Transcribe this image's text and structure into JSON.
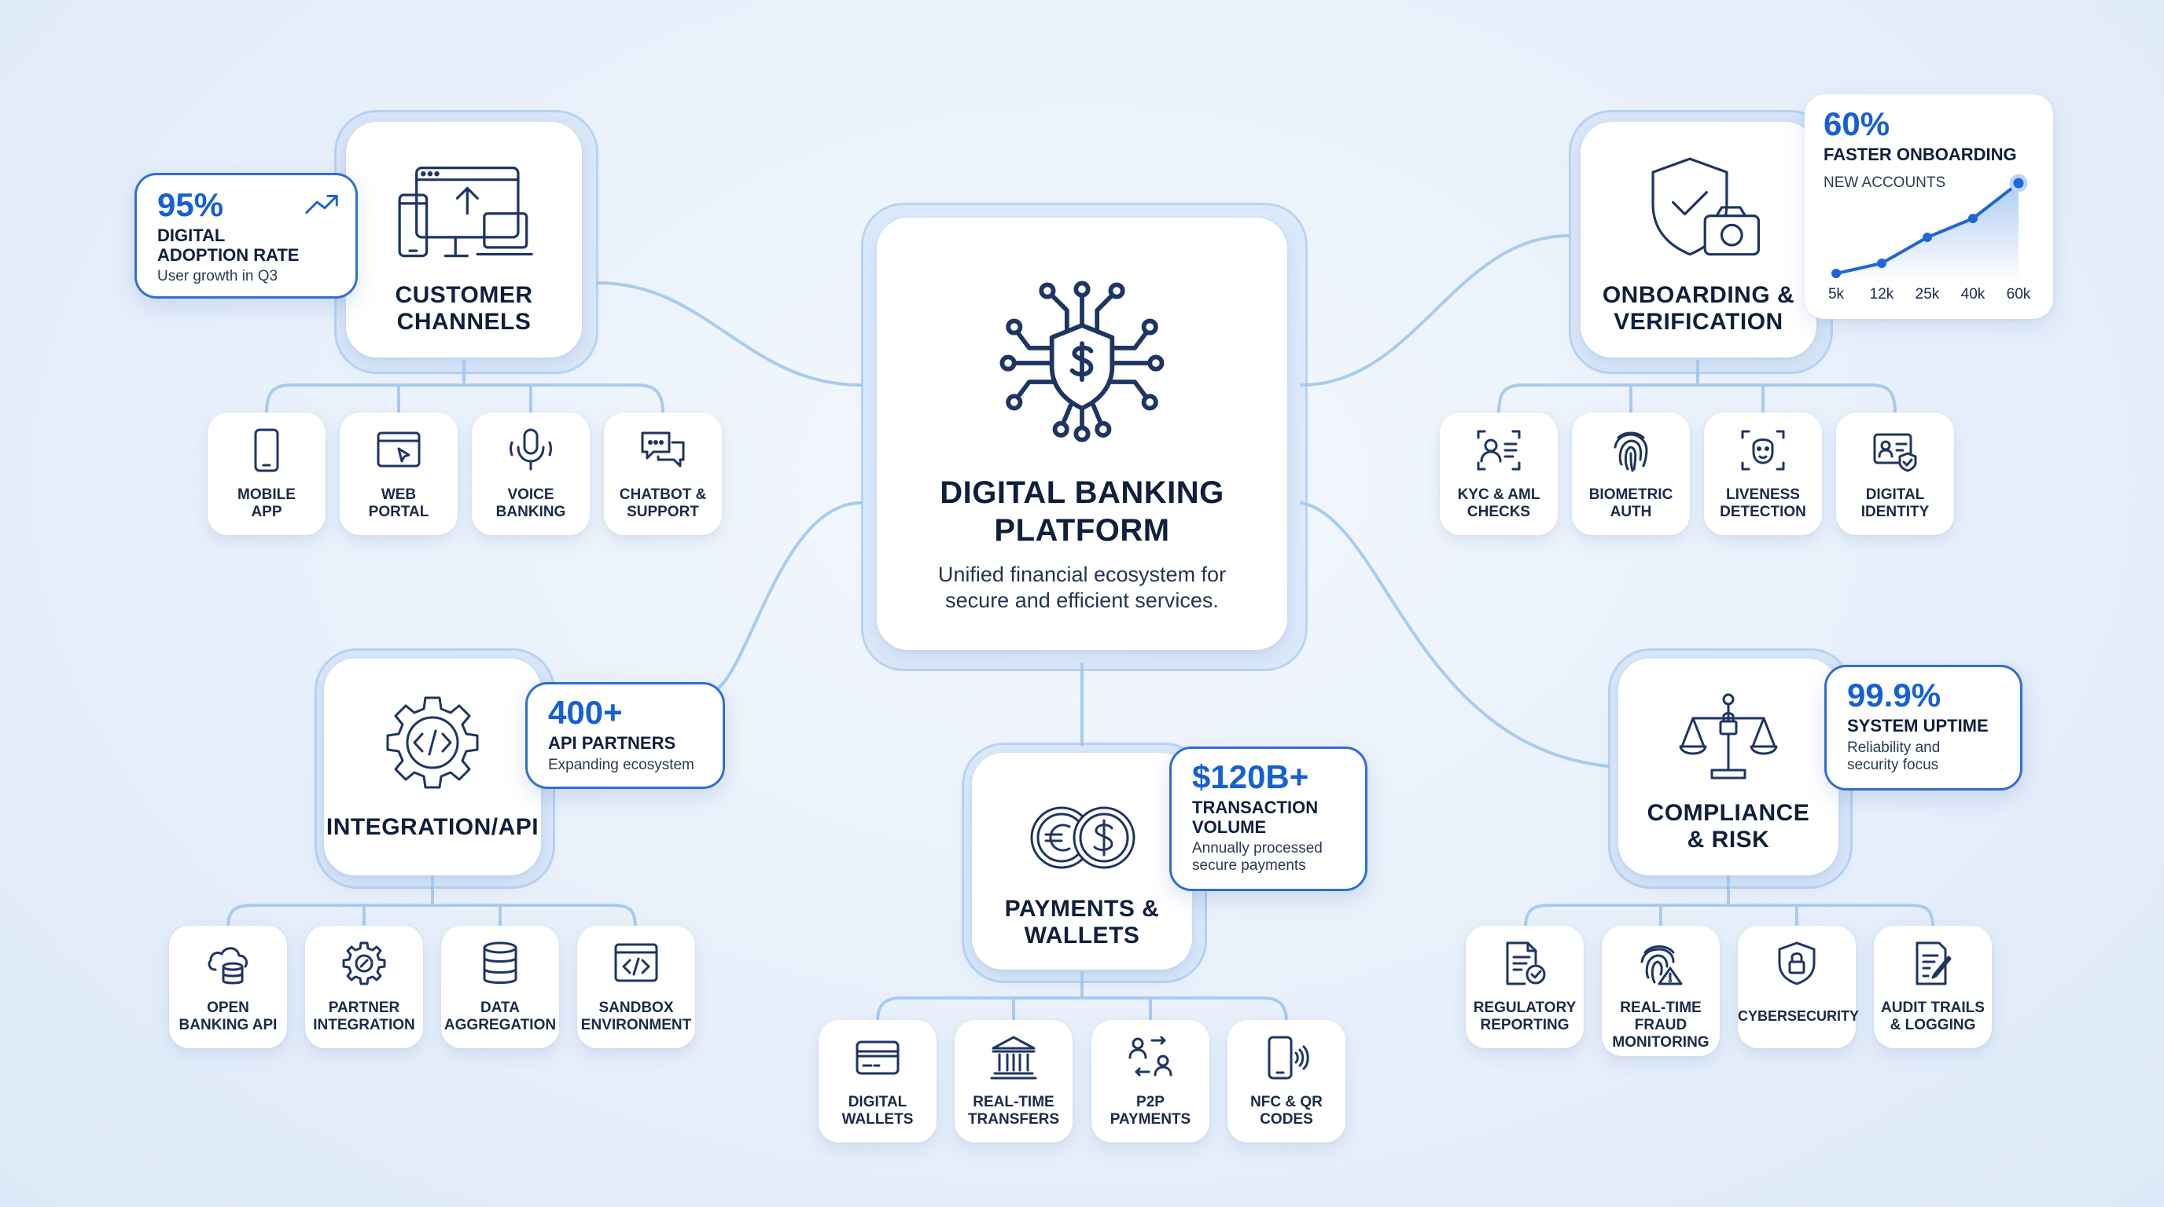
{
  "center": {
    "title": "DIGITAL BANKING\nPLATFORM",
    "subtitle": "Unified financial ecosystem for\nsecure and efficient services."
  },
  "customer_channels": {
    "title": "CUSTOMER\nCHANNELS",
    "stat": {
      "value": "95%",
      "label": "DIGITAL\nADOPTION RATE",
      "note": "User growth in Q3"
    },
    "items": [
      {
        "label": "MOBILE\nAPP",
        "icon": "mobile-icon"
      },
      {
        "label": "WEB\nPORTAL",
        "icon": "web-portal-icon"
      },
      {
        "label": "VOICE\nBANKING",
        "icon": "microphone-icon"
      },
      {
        "label": "CHATBOT &\nSUPPORT",
        "icon": "chat-icon"
      }
    ]
  },
  "onboarding": {
    "title": "ONBOARDING &\nVERIFICATION",
    "stat": {
      "value": "60%",
      "label": "FASTER ONBOARDING",
      "chart_label": "NEW ACCOUNTS",
      "x_ticks": [
        "5k",
        "12k",
        "25k",
        "40k",
        "60k"
      ]
    },
    "items": [
      {
        "label": "KYC & AML\nCHECKS",
        "icon": "id-check-icon"
      },
      {
        "label": "BIOMETRIC\nAUTH",
        "icon": "fingerprint-icon"
      },
      {
        "label": "LIVENESS\nDETECTION",
        "icon": "face-scan-icon"
      },
      {
        "label": "DIGITAL\nIDENTITY",
        "icon": "digital-id-icon"
      }
    ]
  },
  "integration": {
    "title": "INTEGRATION/API",
    "stat": {
      "value": "400+",
      "label": "API PARTNERS",
      "note": "Expanding ecosystem"
    },
    "items": [
      {
        "label": "OPEN\nBANKING API",
        "icon": "cloud-database-icon"
      },
      {
        "label": "PARTNER\nINTEGRATION",
        "icon": "gear-icon"
      },
      {
        "label": "DATA\nAGGREGATION",
        "icon": "database-icon"
      },
      {
        "label": "SANDBOX\nENVIRONMENT",
        "icon": "code-window-icon"
      }
    ]
  },
  "payments": {
    "title": "PAYMENTS &\nWALLETS",
    "stat": {
      "value": "$120B+",
      "label": "TRANSACTION\nVOLUME",
      "note": "Annually processed\nsecure payments"
    },
    "items": [
      {
        "label": "DIGITAL\nWALLETS",
        "icon": "card-icon"
      },
      {
        "label": "REAL-TIME\nTRANSFERS",
        "icon": "bank-icon"
      },
      {
        "label": "P2P\nPAYMENTS",
        "icon": "p2p-icon"
      },
      {
        "label": "NFC & QR\nCODES",
        "icon": "nfc-phone-icon"
      }
    ]
  },
  "compliance": {
    "title": "COMPLIANCE\n& RISK",
    "stat": {
      "value": "99.9%",
      "label": "SYSTEM UPTIME",
      "note": "Reliability and\nsecurity focus"
    },
    "items": [
      {
        "label": "REGULATORY\nREPORTING",
        "icon": "report-icon"
      },
      {
        "label": "REAL-TIME\nFRAUD\nMONITORING",
        "icon": "fingerprint-alert-icon"
      },
      {
        "label": "CYBERSECURITY",
        "icon": "shield-lock-icon"
      },
      {
        "label": "AUDIT TRAILS\n& LOGGING",
        "icon": "audit-log-icon"
      }
    ]
  },
  "colors": {
    "accent": "#1560d4",
    "ink": "#1e3563",
    "wire": "#9cc4ef",
    "background": "#e8f0fb"
  }
}
